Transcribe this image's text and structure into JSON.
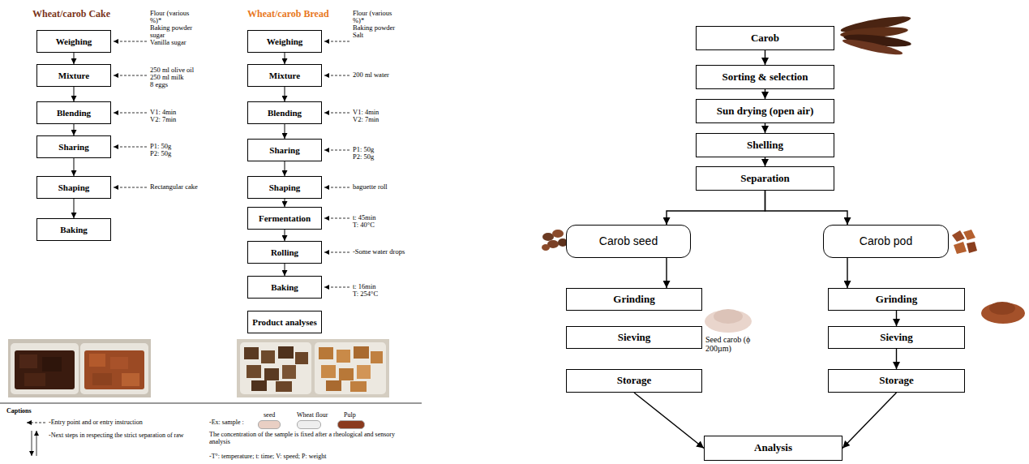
{
  "diagram": {
    "nodes": [
      {
        "text": [
          "Weighing"
        ]
      },
      {
        "text": [
          "Mixture"
        ]
      },
      {
        "text": [
          "Blending"
        ]
      },
      {
        "text": [
          "Sharing"
        ]
      },
      {
        "text": [
          "Shaping"
        ]
      },
      {
        "text": [
          "Baking"
        ]
      },
      {
        "text": [
          "Weighing"
        ]
      },
      {
        "text": [
          "Mixture"
        ]
      },
      {
        "text": [
          "Blending"
        ]
      },
      {
        "text": [
          "Sharing"
        ]
      },
      {
        "text": [
          "Shaping"
        ]
      },
      {
        "text": [
          "Fermentation"
        ]
      },
      {
        "text": [
          "Rolling"
        ]
      },
      {
        "text": [
          "Baking"
        ]
      },
      {
        "text": [
          "Product analyses"
        ]
      },
      {
        "text": [
          "Carob"
        ]
      },
      {
        "text": [
          "Sorting & selection"
        ]
      },
      {
        "text": [
          "Sun drying (open air)"
        ]
      },
      {
        "text": [
          "Shelling"
        ]
      },
      {
        "text": [
          "Separation"
        ]
      },
      {
        "text": [
          "Carob seed"
        ]
      },
      {
        "text": [
          "Carob pod"
        ]
      },
      {
        "text": [
          "Grinding"
        ]
      },
      {
        "text": [
          "Sieving"
        ]
      },
      {
        "text": [
          "Storage"
        ]
      },
      {
        "text": [
          "Grinding"
        ]
      },
      {
        "text": [
          "Sieving"
        ]
      },
      {
        "text": [
          "Storage"
        ]
      },
      {
        "text": [
          "Analysis"
        ]
      }
    ],
    "edges": [
      {
        "from": 0,
        "to": 1,
        "arrow": "to"
      },
      {
        "from": 1,
        "to": 2,
        "arrow": "to"
      },
      {
        "from": 2,
        "to": 3,
        "arrow": "to"
      },
      {
        "from": 3,
        "to": 4,
        "arrow": "to"
      },
      {
        "from": 4,
        "to": 5,
        "arrow": "to"
      },
      {
        "from": 6,
        "to": 7,
        "arrow": "to"
      },
      {
        "from": 7,
        "to": 8,
        "arrow": "to"
      },
      {
        "from": 8,
        "to": 9,
        "arrow": "to"
      },
      {
        "from": 9,
        "to": 10,
        "arrow": "to"
      },
      {
        "from": 10,
        "to": 11,
        "arrow": "to"
      },
      {
        "from": 11,
        "to": 12,
        "arrow": "to"
      },
      {
        "from": 12,
        "to": 13,
        "arrow": "to"
      },
      {
        "from": 15,
        "to": 16,
        "arrow": "to"
      },
      {
        "from": 16,
        "to": 17,
        "arrow": "to"
      },
      {
        "from": 17,
        "to": 18,
        "arrow": "to"
      },
      {
        "from": 18,
        "to": 19,
        "arrow": "to"
      },
      {
        "from": 19,
        "to": 20,
        "arrow": "to"
      },
      {
        "from": 19,
        "to": 21,
        "arrow": "to"
      },
      {
        "from": 20,
        "to": 22,
        "arrow": "to"
      },
      {
        "from": 21,
        "to": 25,
        "arrow": "to"
      },
      {
        "from": 25,
        "to": 26,
        "arrow": "to"
      },
      {
        "from": 26,
        "to": 27,
        "arrow": "to"
      },
      {
        "from": 24,
        "to": 28,
        "arrow": "to"
      },
      {
        "from": 27,
        "to": 28,
        "arrow": "to"
      }
    ],
    "labels": [
      "Wheat/carob Cake",
      "Flour (various %)*",
      "Baking powder",
      "sugar",
      "Vanilla sugar",
      "250 ml olive oil",
      "250 ml milk",
      "8 eggs",
      "V1: 4min",
      "V2: 7min",
      "P1: 50g",
      "P2: 50g",
      "Rectangular cake",
      "Wheat/carob Bread",
      "Flour (various %)*",
      "Baking powder",
      "Salt",
      "200 ml water",
      "V1: 4min",
      "V2: 7min",
      "P1: 50g",
      "P2: 50g",
      "baguette roll",
      "t: 45min",
      "T: 40°C",
      "-Some water drops",
      "t: 16min",
      "T: 254°C",
      "Captions",
      "-Ex: sample :",
      "The concentration of the sample is fixed after a rheological and sensory analysis",
      "-T°: temperature; t: time; V: speed; P: weight",
      "Seed carob (ϕ 200µm)"
    ],
    "legend": [
      {
        "text": "-Entry point and or entry instruction"
      },
      {
        "text": "-Next steps in respecting the strict separation of raw"
      },
      {
        "text": "seed",
        "color": "#e9cfc4"
      },
      {
        "text": "Wheat flour",
        "color": "#eeeeee"
      },
      {
        "text": "Pulp",
        "color": "#8a3a1e"
      }
    ]
  }
}
